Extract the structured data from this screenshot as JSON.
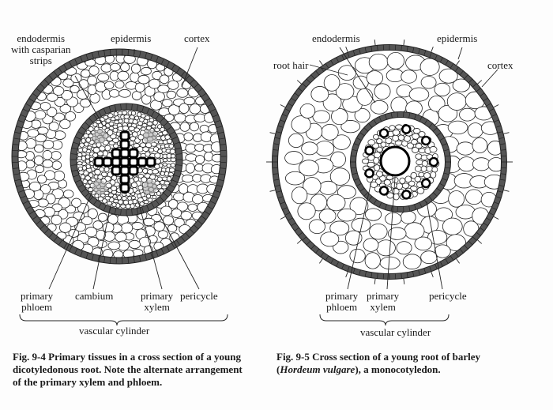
{
  "fig_left": {
    "labels": {
      "endodermis": "endodermis",
      "with_casparian": "with casparian",
      "strips": "strips",
      "epidermis": "epidermis",
      "cortex": "cortex",
      "primary_phloem_1": "primary",
      "primary_phloem_2": "phloem",
      "cambium": "cambium",
      "primary_xylem_1": "primary",
      "primary_xylem_2": "xylem",
      "pericycle": "pericycle",
      "vascular_cylinder": "vascular cylinder"
    },
    "caption": [
      "Fig. 9-4  Primary tissues in a cross section of a young",
      "dicotyledonous root. Note the alternate arrangement",
      "of the primary xylem and phloem."
    ]
  },
  "fig_right": {
    "labels": {
      "endodermis": "endodermis",
      "epidermis": "epidermis",
      "root_hair": "root hair",
      "cortex": "cortex",
      "primary_phloem_1": "primary",
      "primary_phloem_2": "phloem",
      "primary_xylem_1": "primary",
      "primary_xylem_2": "xylem",
      "pericycle": "pericycle",
      "vascular_cylinder": "vascular cylinder"
    },
    "caption_prefix": "Fig. 9-5  Cross section of a young root of barley",
    "caption_species": "Hordeum vulgare",
    "caption_suffix": "), a monocotyledon."
  }
}
